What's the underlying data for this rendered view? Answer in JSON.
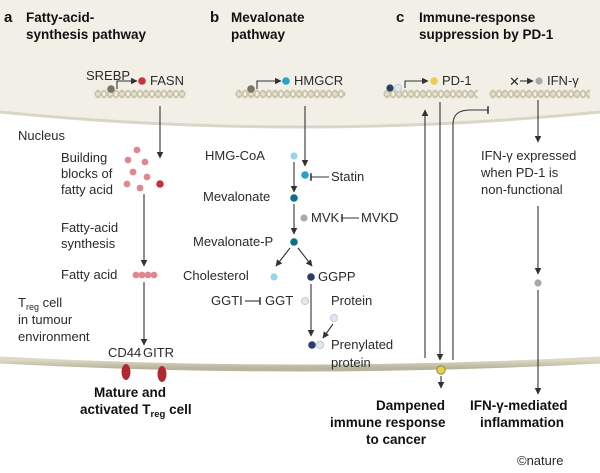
{
  "panels": {
    "a": {
      "letter": "a",
      "title_line1": "Fatty-acid-",
      "title_line2": "synthesis pathway"
    },
    "b": {
      "letter": "b",
      "title_line1": "Mevalonate",
      "title_line2": "pathway"
    },
    "c": {
      "letter": "c",
      "title_line1": "Immune-response",
      "title_line2": "suppression by PD-1"
    }
  },
  "labels": {
    "nucleus": "Nucleus",
    "srebp": "SREBP",
    "fasn": "FASN",
    "building_line1": "Building",
    "building_line2": "blocks of",
    "building_line3": "fatty acid",
    "fa_synth_line1": "Fatty-acid",
    "fa_synth_line2": "synthesis",
    "fatty_acid": "Fatty acid",
    "treg_main": "T",
    "treg_sub": "reg",
    "treg_rest": " cell",
    "tumour_line1": "in tumour",
    "tumour_line2": "environment",
    "cd44": "CD44",
    "gitr": "GITR",
    "mature_line1": "Mature and",
    "mature_line2a": "activated T",
    "mature_sub": "reg",
    "mature_line2b": " cell",
    "hmgcr": "HMGCR",
    "hmg_coa": "HMG-CoA",
    "statin": "Statin",
    "mevalonate": "Mevalonate",
    "mvk": "MVK",
    "mvkd": "MVKD",
    "mevalonate_p": "Mevalonate-P",
    "cholesterol": "Cholesterol",
    "ggpp": "GGPP",
    "ggti": "GGTI",
    "ggt": "GGT",
    "protein": "Protein",
    "prenylated_line1": "Prenylated",
    "prenylated_line2": "protein",
    "pd1": "PD-1",
    "x_mark": "✕",
    "ifng": "IFN-γ",
    "ifng_expr_line1": "IFN-γ expressed",
    "ifng_expr_line2": "when PD-1 is",
    "ifng_expr_line3": "non-functional",
    "dampened_line1": "Dampened",
    "dampened_line2": "immune response",
    "dampened_line3": "to cancer",
    "ifng_med_line1": "IFN-γ-mediated",
    "ifng_med_line2": "inflammation",
    "credit": "©nature"
  },
  "colors": {
    "nucleus_fill": "#f2f0e6",
    "nucleus_edge": "#d9d6c6",
    "membrane": "#cfcbb6",
    "dna": "#c8c3a8",
    "pink": "#e08890",
    "red": "#c8323c",
    "blue_light": "#9fd0ea",
    "blue": "#2a9fd0",
    "teal_dark": "#0f6f87",
    "navy": "#2c3e66",
    "grey": "#a8a8a8",
    "yellow": "#e8cf50"
  }
}
